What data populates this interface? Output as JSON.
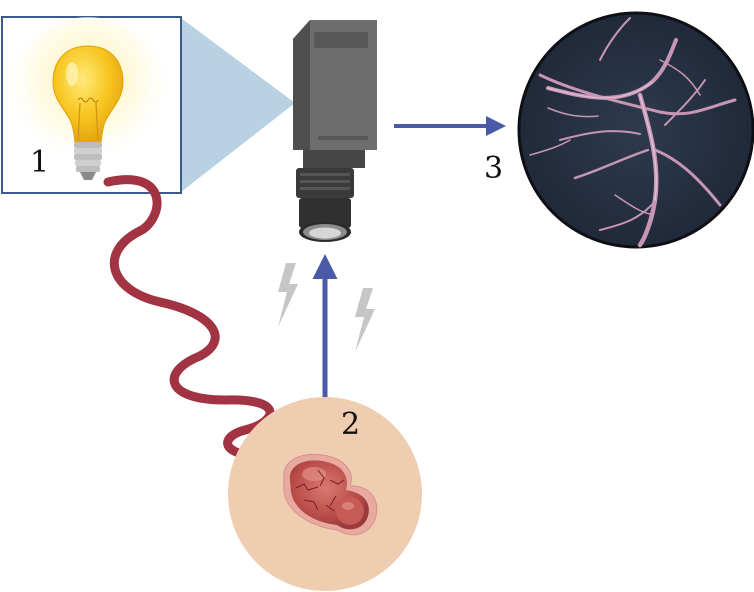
{
  "labels": {
    "step1": "1",
    "step2": "2",
    "step3": "3"
  },
  "icons": {
    "light_source": "light-bulb-icon",
    "camera": "camera-icon",
    "tissue": "tissue-sample-icon",
    "vessel_image": "vessel-image-icon",
    "signal": "lightning-bolt-icon"
  },
  "colors": {
    "fiber": "#a23342",
    "arrow": "#4b5aa6",
    "cone": "#b8d2e4",
    "bulb": "#f6c21b",
    "camera_body": "#5e5e5e",
    "tissue_bg": "#efcdb1",
    "tissue": "#b84a48",
    "vessel_image_bg": "#273142",
    "vessel": "#c796b5",
    "bolt": "#c6c6c6"
  }
}
